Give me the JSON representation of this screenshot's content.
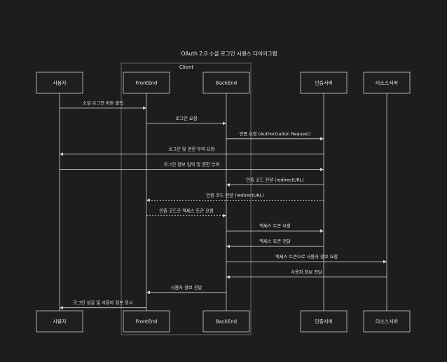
{
  "diagram": {
    "title": "OAuth 2.0 소셜 로그인 시퀀스 다이어그램",
    "group_label": "Client",
    "actors": [
      {
        "id": "user",
        "label": "사용자"
      },
      {
        "id": "frontend",
        "label": "FrontEnd"
      },
      {
        "id": "backend",
        "label": "BackEnd"
      },
      {
        "id": "auth",
        "label": "인증서버"
      },
      {
        "id": "resource",
        "label": "리소스서버"
      }
    ],
    "messages": [
      {
        "from": "user",
        "to": "frontend",
        "label": "소셜 로그인 버튼 클릭",
        "style": "solid"
      },
      {
        "from": "frontend",
        "to": "backend",
        "label": "로그인 요청",
        "style": "solid"
      },
      {
        "from": "backend",
        "to": "auth",
        "label": "인증 요청 (Authorization Request)",
        "style": "solid"
      },
      {
        "from": "auth",
        "to": "user",
        "label": "로그인 및 권한 부여 요청",
        "style": "solid"
      },
      {
        "from": "user",
        "to": "auth",
        "label": "로그인 정보 입력 및 권한 부여",
        "style": "solid"
      },
      {
        "from": "auth",
        "to": "backend",
        "label": "인증 코드 전달 (redirectURL)",
        "style": "solid"
      },
      {
        "from": "auth",
        "to": "frontend",
        "label": "인증 코드 전달 (redirectURL)",
        "style": "dashed"
      },
      {
        "from": "frontend",
        "to": "backend",
        "label": "인증 코드로 엑세스 토큰 요청",
        "style": "dashed"
      },
      {
        "from": "backend",
        "to": "auth",
        "label": "엑세스 토큰 요청",
        "style": "solid"
      },
      {
        "from": "auth",
        "to": "backend",
        "label": "엑세스 토큰 전달",
        "style": "solid"
      },
      {
        "from": "backend",
        "to": "resource",
        "label": "엑세스 토큰으로 사용자 정보 요청",
        "style": "solid"
      },
      {
        "from": "resource",
        "to": "backend",
        "label": "사용자 정보 전달",
        "style": "solid"
      },
      {
        "from": "backend",
        "to": "frontend",
        "label": "사용자 정보 전달",
        "style": "solid"
      },
      {
        "from": "frontend",
        "to": "user",
        "label": "로그인 성공 및 사용자 정보 표시",
        "style": "solid"
      }
    ]
  }
}
